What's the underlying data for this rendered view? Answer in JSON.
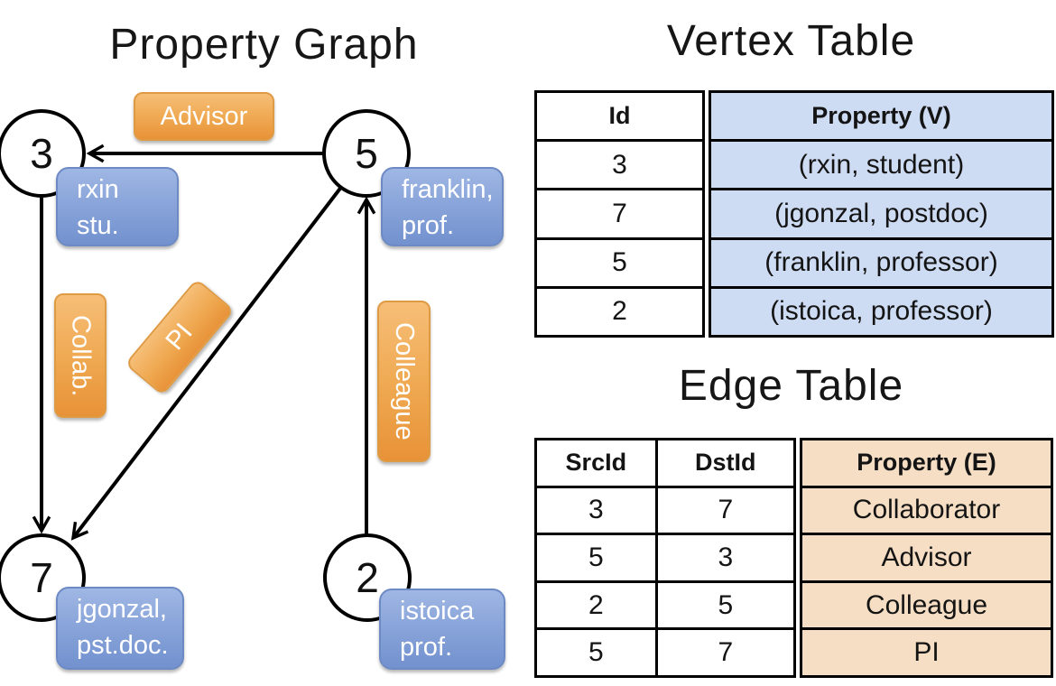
{
  "graph": {
    "title": "Property Graph",
    "nodes": [
      {
        "id": "3",
        "line1": "rxin",
        "line2": "stu."
      },
      {
        "id": "5",
        "line1": "franklin,",
        "line2": "prof."
      },
      {
        "id": "7",
        "line1": "jgonzal,",
        "line2": "pst.doc."
      },
      {
        "id": "2",
        "line1": "istoica",
        "line2": "prof."
      }
    ],
    "edge_labels": {
      "advisor": "Advisor",
      "collab": "Collab.",
      "pi": "PI",
      "colleague": "Colleague"
    }
  },
  "vertex_table": {
    "title": "Vertex Table",
    "columns": [
      "Id",
      "Property (V)"
    ],
    "rows": [
      [
        "3",
        "(rxin, student)"
      ],
      [
        "7",
        "(jgonzal, postdoc)"
      ],
      [
        "5",
        "(franklin, professor)"
      ],
      [
        "2",
        "(istoica, professor)"
      ]
    ]
  },
  "edge_table": {
    "title": "Edge Table",
    "columns": [
      "SrcId",
      "DstId",
      "Property (E)"
    ],
    "rows": [
      [
        "3",
        "7",
        "Collaborator"
      ],
      [
        "5",
        "3",
        "Advisor"
      ],
      [
        "2",
        "5",
        "Colleague"
      ],
      [
        "5",
        "7",
        "PI"
      ]
    ]
  },
  "colors": {
    "edge_label_orange": "#EFA850",
    "node_label_blue": "#8AA5DA",
    "vertex_property_fill": "#CEDCF3",
    "edge_property_fill": "#F5DEC3",
    "line_color": "#000000"
  }
}
